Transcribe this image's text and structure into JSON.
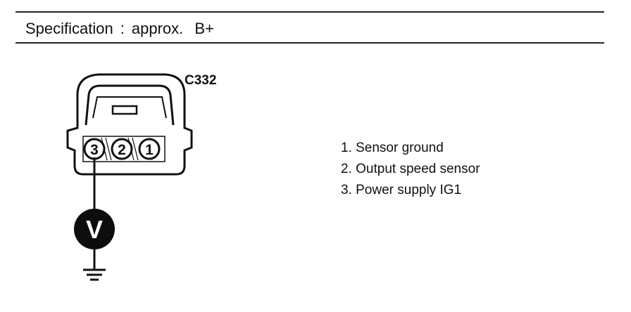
{
  "spec": {
    "label": "Specification",
    "separator": ":",
    "qualifier": "approx.",
    "value": "B+"
  },
  "connector": {
    "id": "C332",
    "pins": [
      "3",
      "2",
      "1"
    ]
  },
  "meter": {
    "symbol": "V",
    "icon": "voltmeter-icon"
  },
  "legend": {
    "items": [
      "1. Sensor ground",
      "2. Output speed sensor",
      "3. Power supply IG1"
    ]
  },
  "colors": {
    "ink": "#111111",
    "meter_fill": "#0d0d0d",
    "meter_text": "#ffffff"
  }
}
